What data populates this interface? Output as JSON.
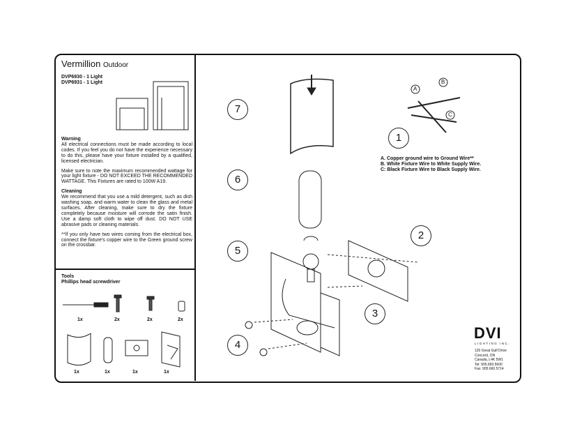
{
  "title": {
    "name": "Vermillion",
    "suffix": "Outdoor"
  },
  "models": [
    "DVP6930 - 1 Light",
    "DVP6931 - 1 Light"
  ],
  "warning": {
    "heading": "Warning",
    "p1": "All electrical connections must be made according to local codes.  If you feel you do not have the experience necessary to do this, please have your fixture installed by a qualified, licensed electrician.",
    "p2": "Make sure to note the maximum recommended wattage for your light fixture - DO NOT EXCEED THE RECOMMENDED WATTAGE.  This Fixtures are rated to  100W A19."
  },
  "cleaning": {
    "heading": "Cleaning",
    "p1": "We recommend that you use a mild detergent, such as dish washing soap, and warm water to clean the glass and metal surfaces.   After cleaning, make sure to dry the fixture completely because moisture will corrode the satin finish. Use a damp soft cloth to wipe off dust.  DO NOT USE abrasive pads or cleaning materials.",
    "note": "**If you only have two wires coming from the electrical box, connect the fixture's copper wire to the Green ground screw on the crossbar."
  },
  "tools": {
    "heading": "Tools",
    "item": "Phillips head screwdriver"
  },
  "parts_qty": [
    "1x",
    "2x",
    "2x",
    "2x",
    "1x",
    "1x",
    "1x",
    "1x"
  ],
  "steps": [
    "7",
    "6",
    "5",
    "4",
    "1",
    "2",
    "3"
  ],
  "wire_labels": [
    "A",
    "B",
    "C"
  ],
  "wiring": [
    "A. Copper ground wire to Ground Wire**",
    "B. White Fixture Wire to White Supply Wire.",
    "C: Black Fixture Wire to Black Supply Wire."
  ],
  "company": {
    "logo": "DVI",
    "logo_sub": "LIGHTING INC.",
    "address": [
      "120 Great Gulf Drive",
      "Concord, ON",
      "Canada, L4K 5W1",
      "Tel: 905.660.5600",
      "Fax: 905.660.5714"
    ]
  }
}
